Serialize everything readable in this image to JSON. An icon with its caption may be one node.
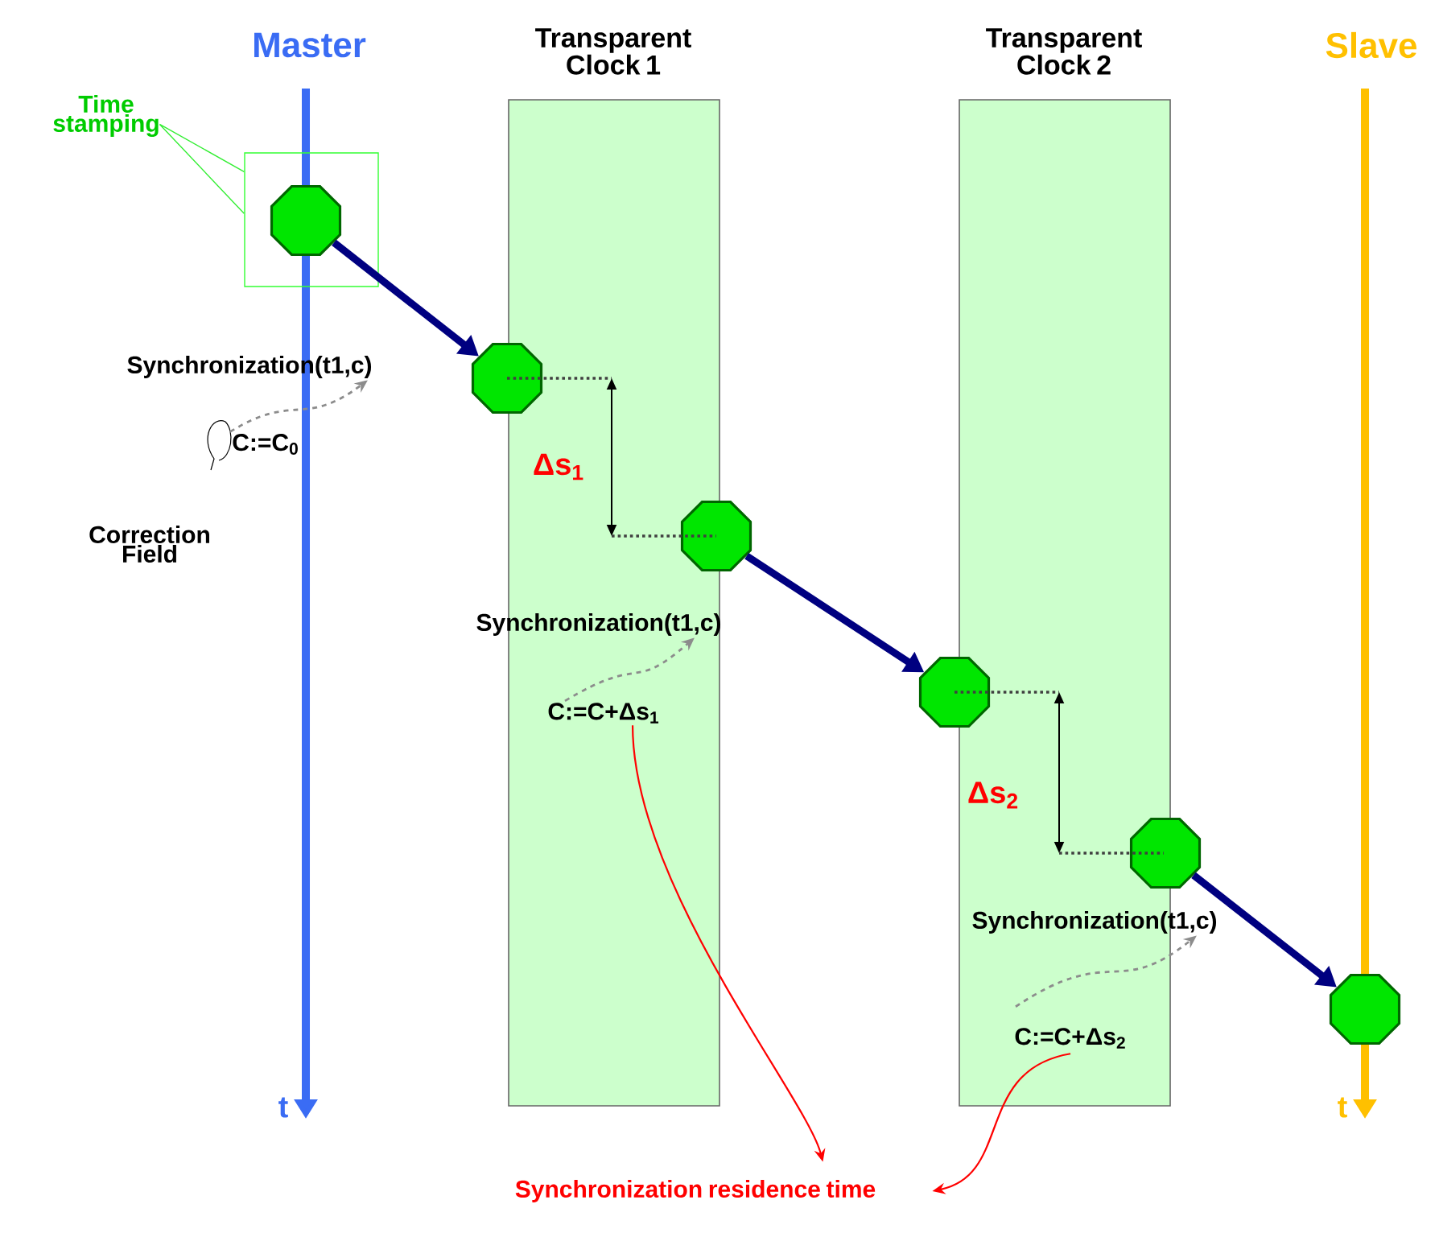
{
  "diagram": {
    "nodes": [
      {
        "text": [
          "Time stamping"
        ]
      },
      {
        "text": [],
        "shape": "box"
      },
      {
        "text": [],
        "shape": "octagon",
        "in": 1
      },
      {
        "text": [
          "Transparent Clock 1"
        ]
      },
      {
        "text": [],
        "shape": "octagon"
      },
      {
        "text": [],
        "shape": "octagon"
      },
      {
        "text": [
          "Synchronization(t1,c)"
        ]
      },
      {
        "text": [
          "C:=C$_{0}$"
        ]
      },
      {
        "text": [
          "Synchronization(t1,c)"
        ]
      },
      {
        "text": [
          "C:=C+Δs$_{1}$"
        ],
        "in": 3
      },
      {
        "text": [
          "Transparent Clock 2"
        ]
      },
      {
        "text": [],
        "shape": "octagon"
      },
      {
        "text": [],
        "shape": "octagon"
      },
      {
        "text": [
          "Synchronization(t1,c)"
        ]
      },
      {
        "text": [
          "C:=C+Δs$_{2}$"
        ],
        "in": 10
      },
      {
        "text": [],
        "shape": "octagon"
      },
      {
        "text": [
          "Synchronization residence time"
        ]
      }
    ],
    "edges": [
      {
        "from": 0,
        "to": 1,
        "arrow": "none",
        "color": "#33ee33"
      },
      {
        "from": 2,
        "to": 4,
        "arrow": "to",
        "style": "thick",
        "color": "#000080"
      },
      {
        "from": 5,
        "to": 11,
        "arrow": "to",
        "style": "thick",
        "color": "#000080"
      },
      {
        "from": 12,
        "to": 15,
        "arrow": "to",
        "style": "thick",
        "color": "#000080"
      },
      {
        "from": 7,
        "to": 6,
        "arrow": "to",
        "style": "dashed",
        "color": "#8c8c8c"
      },
      {
        "from": 9,
        "to": 8,
        "arrow": "to",
        "style": "dashed",
        "color": "#8c8c8c"
      },
      {
        "from": 14,
        "to": 13,
        "arrow": "to",
        "style": "dashed",
        "color": "#8c8c8c"
      },
      {
        "from": 9,
        "to": 16,
        "arrow": "to",
        "color": "#ff0000"
      },
      {
        "from": 14,
        "to": 16,
        "arrow": "to",
        "color": "#ff0000"
      }
    ],
    "labels": [
      "Master",
      "Slave",
      "Correction Field",
      "Δs$_{1}$",
      "Δs$_{2}$",
      "t",
      "t"
    ]
  }
}
